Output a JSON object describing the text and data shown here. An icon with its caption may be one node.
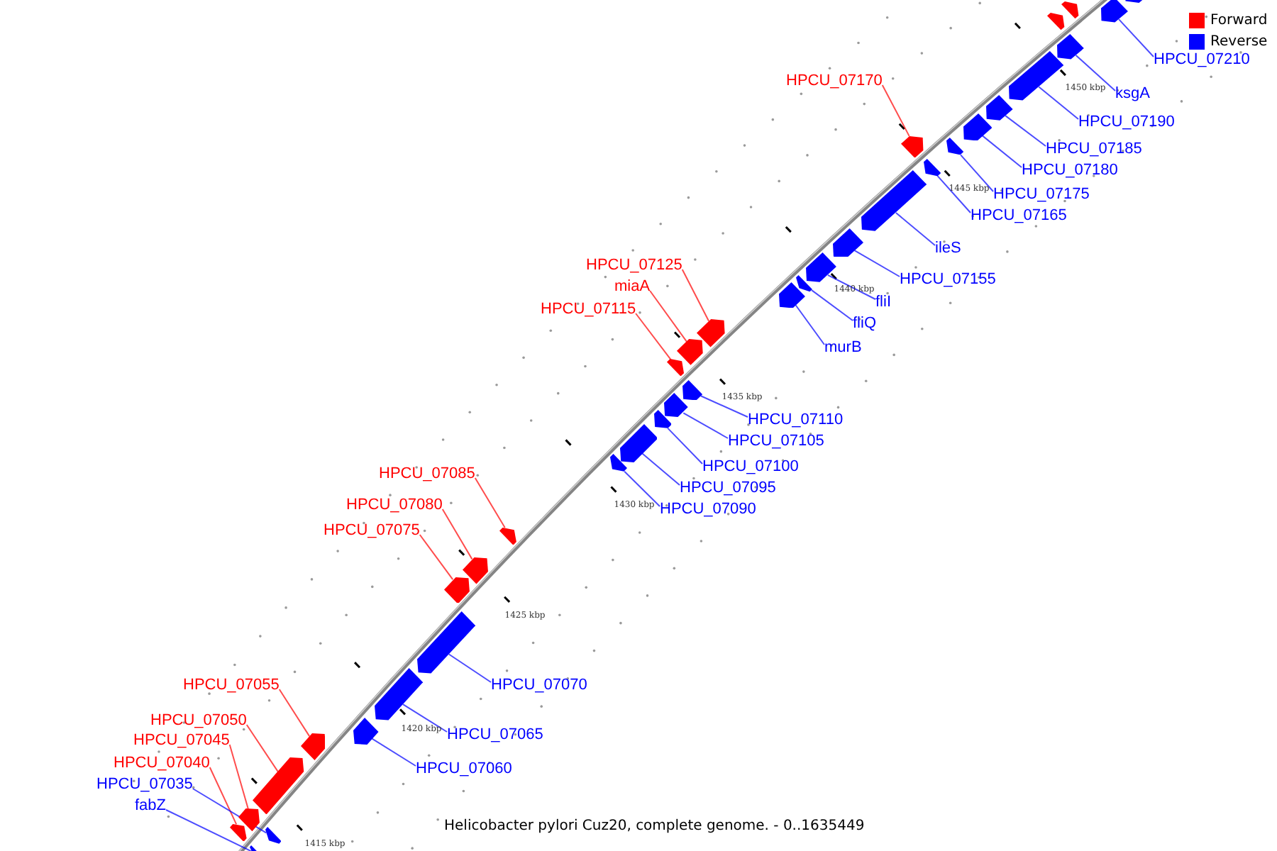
{
  "diagram": {
    "caption": "Helicobacter pylori Cuz20, complete genome. - 0..1635449",
    "nodes": [
      {
        "text": [
          "HPCU_07210"
        ]
      },
      {
        "text": [
          "HPCU_07170"
        ]
      },
      {
        "text": [
          "ksgA"
        ]
      },
      {
        "text": [
          "HPCU_07190"
        ]
      },
      {
        "text": [
          "HPCU_07185"
        ]
      },
      {
        "text": [
          "HPCU_07180"
        ]
      },
      {
        "text": [
          "HPCU_07175"
        ]
      },
      {
        "text": [
          "HPCU_07165"
        ]
      },
      {
        "text": [
          "ileS"
        ]
      },
      {
        "text": [
          "HPCU_07125"
        ]
      },
      {
        "text": [
          "HPCU_07155"
        ]
      },
      {
        "text": [
          "miaA"
        ]
      },
      {
        "text": [
          "fliI"
        ]
      },
      {
        "text": [
          "HPCU_07115"
        ]
      },
      {
        "text": [
          "fliQ"
        ]
      },
      {
        "text": [
          "murB"
        ]
      },
      {
        "text": [
          "HPCU_07110"
        ]
      },
      {
        "text": [
          "HPCU_07105"
        ]
      },
      {
        "text": [
          "HPCU_07100"
        ]
      },
      {
        "text": [
          "HPCU_07085"
        ]
      },
      {
        "text": [
          "HPCU_07095"
        ]
      },
      {
        "text": [
          "HPCU_07080"
        ]
      },
      {
        "text": [
          "HPCU_07090"
        ]
      },
      {
        "text": [
          "HPCU_07075"
        ]
      },
      {
        "text": [
          "HPCU_07055"
        ]
      },
      {
        "text": [
          "HPCU_07070"
        ]
      },
      {
        "text": [
          "HPCU_07050"
        ]
      },
      {
        "text": [
          "HPCU_07065"
        ]
      },
      {
        "text": [
          "HPCU_07045"
        ]
      },
      {
        "text": [
          "HPCU_07040"
        ]
      },
      {
        "text": [
          "HPCU_07060"
        ]
      },
      {
        "text": [
          "HPCU_07035"
        ]
      },
      {
        "text": [
          "fabZ"
        ]
      },
      {
        "text": [],
        "shape": "bar"
      },
      {
        "text": [],
        "shape": "bar"
      },
      {
        "text": [],
        "shape": "bar"
      },
      {
        "text": [],
        "shape": "bar"
      },
      {
        "text": [],
        "shape": "bar"
      },
      {
        "text": [],
        "shape": "bar"
      },
      {
        "text": [],
        "shape": "bar"
      },
      {
        "text": [],
        "shape": "bar"
      },
      {
        "text": [],
        "shape": "bar"
      },
      {
        "text": [],
        "shape": "bar"
      },
      {
        "text": [],
        "shape": "bar"
      },
      {
        "text": [],
        "shape": "bar"
      },
      {
        "text": [],
        "shape": "bar"
      },
      {
        "text": [],
        "shape": "bar"
      },
      {
        "text": [],
        "shape": "bar"
      },
      {
        "text": [],
        "shape": "bar"
      },
      {
        "text": [],
        "shape": "bar"
      },
      {
        "text": [],
        "shape": "bar"
      },
      {
        "text": [],
        "shape": "bar"
      },
      {
        "text": [],
        "shape": "bar"
      },
      {
        "text": [],
        "shape": "bar"
      },
      {
        "text": [],
        "shape": "bar"
      },
      {
        "text": [],
        "shape": "bar"
      },
      {
        "text": [],
        "shape": "bar"
      },
      {
        "text": [],
        "shape": "bar"
      },
      {
        "text": [],
        "shape": "bar"
      },
      {
        "text": [],
        "shape": "bar"
      },
      {
        "text": [],
        "shape": "bar"
      },
      {
        "text": [],
        "shape": "bar"
      },
      {
        "text": [],
        "shape": "bar"
      },
      {
        "text": [],
        "shape": "bar"
      },
      {
        "text": [],
        "shape": "bar"
      },
      {
        "text": [],
        "shape": "bar"
      },
      {
        "text": [],
        "shape": "bar"
      },
      {
        "text": [],
        "shape": "bar"
      },
      {
        "text": [],
        "shape": "bar"
      }
    ],
    "edges": [
      {
        "from": 0,
        "to": 67,
        "arrow": "none"
      },
      {
        "from": 1,
        "to": 59,
        "arrow": "none",
        "color": "#ff0000"
      },
      {
        "from": 2,
        "to": 64,
        "arrow": "none"
      },
      {
        "from": 3,
        "to": 63,
        "arrow": "none"
      },
      {
        "from": 4,
        "to": 62,
        "arrow": "none"
      },
      {
        "from": 5,
        "to": 61,
        "arrow": "none"
      },
      {
        "from": 6,
        "to": 60,
        "arrow": "none"
      },
      {
        "from": 7,
        "to": 58,
        "arrow": "none"
      },
      {
        "from": 8,
        "to": 57,
        "arrow": "none"
      },
      {
        "from": 9,
        "to": 52,
        "arrow": "none",
        "color": "#ff0000"
      },
      {
        "from": 10,
        "to": 56,
        "arrow": "none"
      },
      {
        "from": 11,
        "to": 51,
        "arrow": "none",
        "color": "#ff0000"
      },
      {
        "from": 12,
        "to": 55,
        "arrow": "none"
      },
      {
        "from": 13,
        "to": 50,
        "arrow": "none",
        "color": "#ff0000"
      },
      {
        "from": 14,
        "to": 54,
        "arrow": "none"
      },
      {
        "from": 15,
        "to": 53,
        "arrow": "none"
      },
      {
        "from": 16,
        "to": 49,
        "arrow": "none"
      },
      {
        "from": 17,
        "to": 48,
        "arrow": "none"
      },
      {
        "from": 18,
        "to": 47,
        "arrow": "none"
      },
      {
        "from": 19,
        "to": 44,
        "arrow": "none",
        "color": "#ff0000"
      },
      {
        "from": 20,
        "to": 46,
        "arrow": "none"
      },
      {
        "from": 21,
        "to": 43,
        "arrow": "none",
        "color": "#ff0000"
      },
      {
        "from": 22,
        "to": 45,
        "arrow": "none"
      },
      {
        "from": 23,
        "to": 42,
        "arrow": "none",
        "color": "#ff0000"
      },
      {
        "from": 24,
        "to": 38,
        "arrow": "none",
        "color": "#ff0000"
      },
      {
        "from": 25,
        "to": 41,
        "arrow": "none"
      },
      {
        "from": 26,
        "to": 37,
        "arrow": "none",
        "color": "#ff0000"
      },
      {
        "from": 27,
        "to": 40,
        "arrow": "none"
      },
      {
        "from": 28,
        "to": 36,
        "arrow": "none",
        "color": "#ff0000"
      },
      {
        "from": 29,
        "to": 35,
        "arrow": "none",
        "color": "#ff0000"
      },
      {
        "from": 30,
        "to": 39,
        "arrow": "none"
      },
      {
        "from": 31,
        "to": 34,
        "arrow": "none"
      },
      {
        "from": 32,
        "to": 33,
        "arrow": "none"
      }
    ],
    "labels": [
      "1415 kbp",
      "1420 kbp",
      "1425 kbp",
      "1430 kbp",
      "1435 kbp",
      "1440 kbp",
      "1445 kbp",
      "1450 kbp"
    ],
    "legend": [
      {
        "text": "Forward",
        "color": "#ff0000"
      },
      {
        "text": "Reverse",
        "color": "#0000ff"
      }
    ]
  }
}
